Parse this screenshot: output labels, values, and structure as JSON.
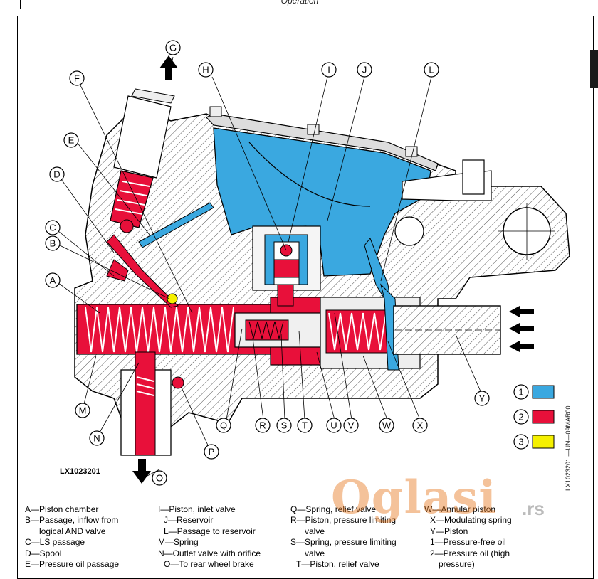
{
  "header": {
    "section_title": "Operation"
  },
  "figure": {
    "id": "LX1023201",
    "vertical_code": "LX1023201  —UN—09MAR00",
    "callouts": [
      "A",
      "B",
      "C",
      "D",
      "E",
      "F",
      "G",
      "H",
      "I",
      "J",
      "L",
      "M",
      "N",
      "O",
      "P",
      "Q",
      "R",
      "S",
      "T",
      "U",
      "V",
      "W",
      "X",
      "Y"
    ]
  },
  "colors": {
    "pressure_free_oil": "#3aa8e0",
    "pressure_oil": "#e8103a",
    "third_oil": "#f5f000",
    "watermark": "#e8781e"
  },
  "color_key": [
    {
      "number": "1",
      "color": "#3aa8e0"
    },
    {
      "number": "2",
      "color": "#e8103a"
    },
    {
      "number": "3",
      "color": "#f5f000"
    }
  ],
  "legend": {
    "col1": [
      "A—Piston chamber",
      "B—Passage, inflow from",
      "logical AND valve",
      "C—LS passage",
      "D—Spool",
      "E—Pressure oil passage"
    ],
    "col2": [
      "I—Piston, inlet valve",
      "J—Reservoir",
      "L—Passage to reservoir",
      "M—Spring",
      "N—Outlet valve with orifice",
      "O—To rear wheel brake"
    ],
    "col3": [
      "Q—Spring, relief valve",
      "R—Piston, pressure limiting",
      "valve",
      "S—Spring, pressure limiting",
      "valve",
      "T—Piston, relief valve"
    ],
    "col4": [
      "W—Annular piston",
      "X—Modulating spring",
      "Y—Piston",
      "1—Pressure-free oil",
      "2—Pressure oil (high",
      "pressure)"
    ]
  },
  "watermark": {
    "text": "Oglasi",
    "suffix": ".rs"
  }
}
